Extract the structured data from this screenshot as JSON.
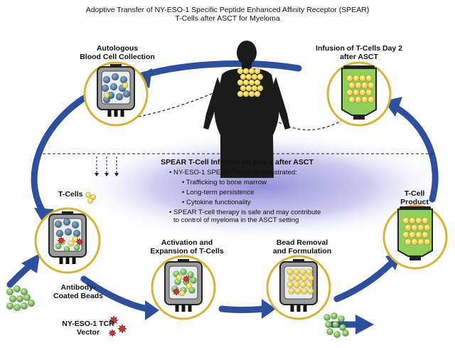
{
  "title": {
    "line1": "Adoptive Transfer of NY-ESO-1 Specific Peptide Enhanced Affinity Receptor (SPEAR)",
    "line2": "T-Cells after ASCT for Myeloma"
  },
  "steps": {
    "collection": [
      "Autologous",
      "Blood Cell Collection"
    ],
    "infusion": [
      "Infusion of T-Cells Day 2",
      "after ASCT"
    ],
    "product": [
      "T-Cell",
      "Product"
    ],
    "bead_removal": [
      "Bead Removal",
      "and Formulation"
    ],
    "activation": [
      "Activation and",
      "Expansion of T-Cells"
    ]
  },
  "legend": {
    "tcells": "T-Cells",
    "beads": [
      "Antibody-",
      "Coated Beads"
    ],
    "vector": [
      "NY-ESO-1 TCR",
      "Vector"
    ]
  },
  "info": {
    "heading": "SPEAR T-Cell Infusion on Day 2 after ASCT",
    "bullet1": "• NY-ESO-1 SPEAR T-cells demonstrated:",
    "sub1": "• Trafficking to bone marrow",
    "sub2": "• Long-term persistence",
    "sub3": "• Cytokine functionality",
    "bullet2": "• SPEAR T-cell therapy is safe and may contribute",
    "bullet2_cont": "to control of myeloma in the ASCT setting"
  },
  "colors": {
    "arrow": "#2d4f9e",
    "ring": "#d9b23a",
    "tcell": "#f6d84a",
    "bead": "#6cbf4a",
    "blood_cell": "#4a6f94",
    "vector": "#c23a3a",
    "bag_green": "#8fcf5a",
    "glow": "#a9a6e0"
  }
}
